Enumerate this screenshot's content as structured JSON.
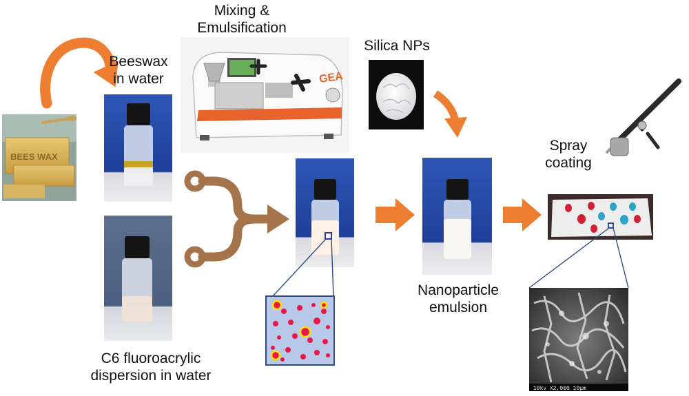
{
  "labels": {
    "beeswax": [
      "Beeswax",
      "in water"
    ],
    "mixing": [
      "Mixing &",
      "Emulsification"
    ],
    "silica": "Silica NPs",
    "spray": [
      "Spray",
      "coating"
    ],
    "fluoro": [
      "C6 fluoroacrylic",
      "dispersion in water"
    ],
    "nanoemulsion": [
      "Nanoparticle",
      "emulsion"
    ]
  },
  "images": {
    "beeswax_block_text": "BEES WAX",
    "machine_logo": "GEA",
    "sem_scale": "10kv   X2,000   10μm"
  },
  "colors": {
    "orange_arrow": "#ED7D31",
    "brown_connector": "#A6744A",
    "droplet_bg": "#B7C8E8",
    "droplet_red": "#E8174A",
    "droplet_yellow": "#FFE000",
    "zoom_box": "#2E4A8A"
  }
}
